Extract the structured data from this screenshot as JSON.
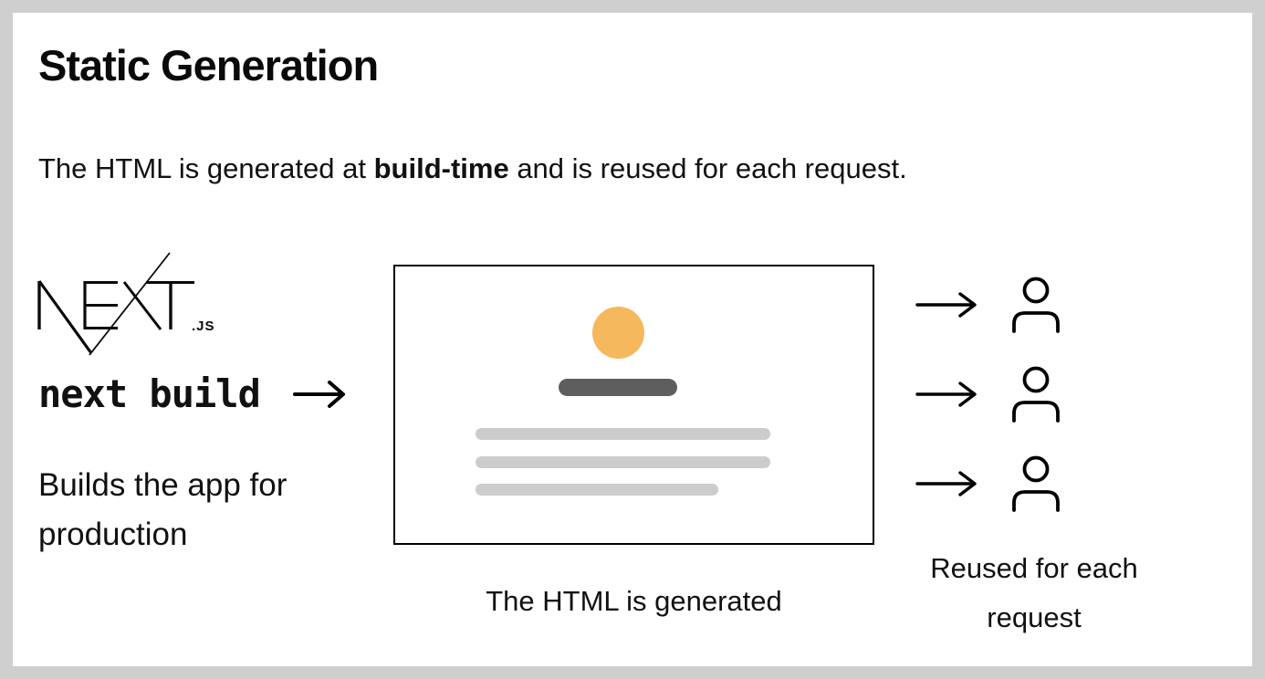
{
  "colors": {
    "page_background": "#cfcfcf",
    "card_background": "#ffffff",
    "text": "#111111",
    "box_border": "#000000",
    "avatar_orange": "#f6b85c",
    "heading_bar_gray": "#5e5e5e",
    "text_bar_gray": "#cccccc"
  },
  "title": "Static Generation",
  "intro": {
    "pre": "The HTML is generated at ",
    "bold": "build-time",
    "post": " and is reused for each request."
  },
  "build_panel": {
    "logo_wordmark": "NEXT",
    "logo_suffix": ".JS",
    "command": "next build",
    "description": "Builds the app for production"
  },
  "document_panel": {
    "caption": "The HTML is generated"
  },
  "requests_panel": {
    "rows": 3,
    "caption": "Reused for each request"
  }
}
